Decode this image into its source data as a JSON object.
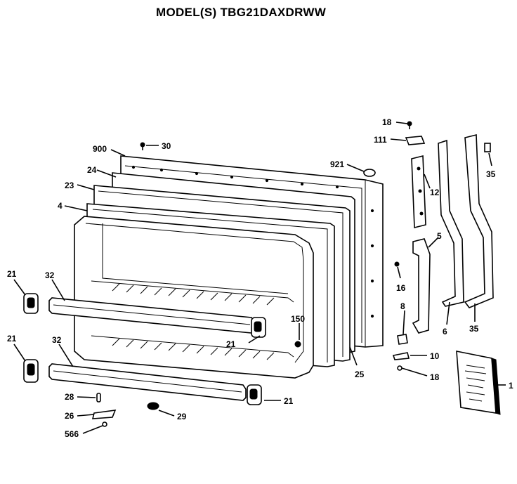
{
  "title": "MODEL(S) TBG21DAXDRWW",
  "labels": {
    "l900": "900",
    "l30": "30",
    "l24": "24",
    "l23": "23",
    "l4": "4",
    "l921": "921",
    "l18a": "18",
    "l111": "111",
    "l12": "12",
    "l35a": "35",
    "l5": "5",
    "l16": "16",
    "l8": "8",
    "l6": "6",
    "l35b": "35",
    "l10": "10",
    "l18b": "18",
    "l1": "1",
    "l25": "25",
    "l150": "150",
    "l21a": "21",
    "l21b": "21",
    "l21c": "21",
    "l21d": "21",
    "l32a": "32",
    "l32b": "32",
    "l28": "28",
    "l26": "26",
    "l566": "566",
    "l29": "29"
  }
}
